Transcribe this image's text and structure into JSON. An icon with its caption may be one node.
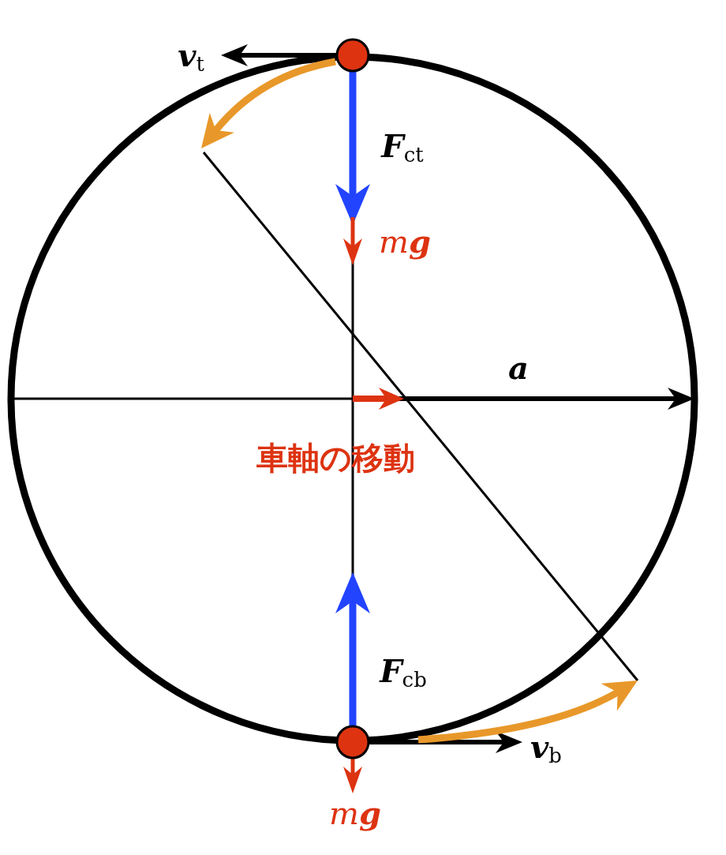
{
  "diagram": {
    "labels": [
      "**v**$_{t}$",
      "**F**$_{ct}$",
      "m**g**",
      "**a**",
      "車軸の移動",
      "**F**$_{cb}$",
      "**v**$_{b}$",
      "m**g**"
    ]
  }
}
